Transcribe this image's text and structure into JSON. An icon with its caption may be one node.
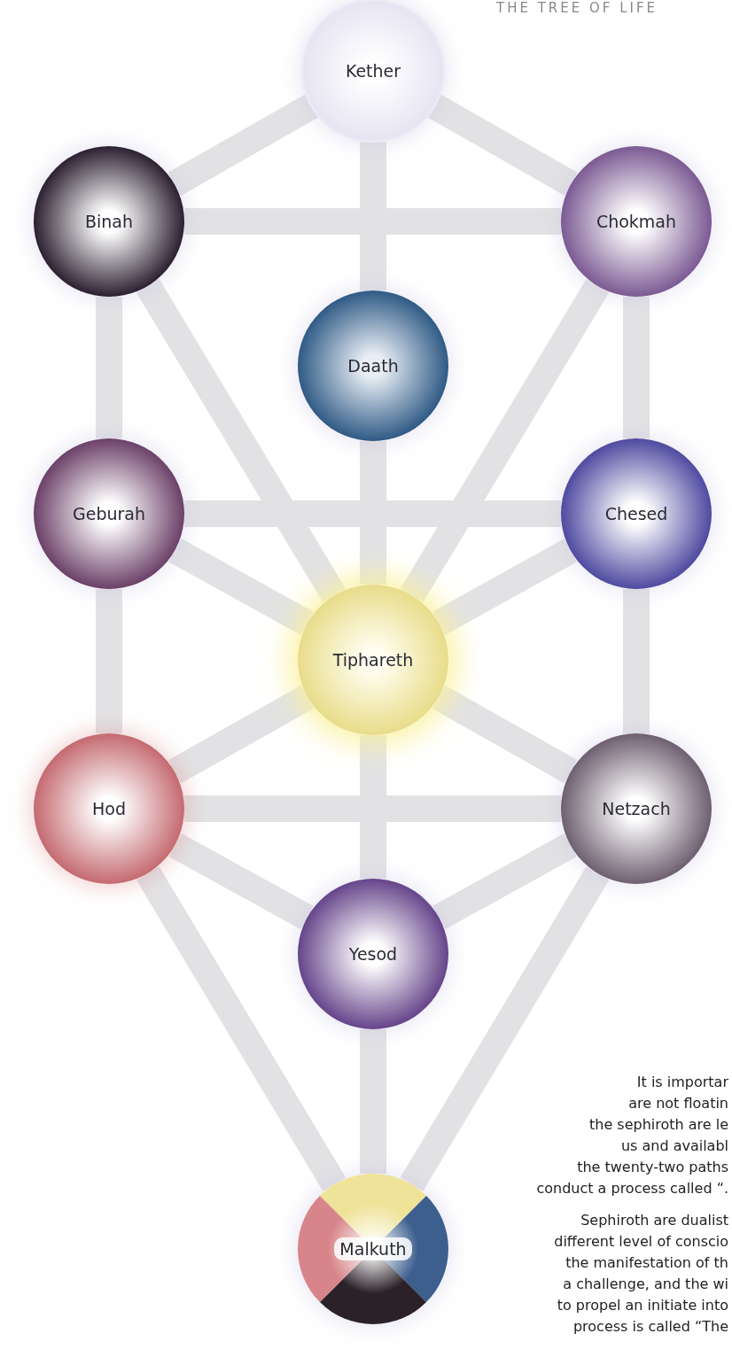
{
  "diagram": {
    "title": "THE TREE OF LIFE",
    "nodes": [
      {
        "text": [
          "Kether"
        ]
      },
      {
        "text": [
          "Binah"
        ]
      },
      {
        "text": [
          "Chokmah"
        ]
      },
      {
        "text": [
          "Daath"
        ]
      },
      {
        "text": [
          "Geburah"
        ]
      },
      {
        "text": [
          "Chesed"
        ]
      },
      {
        "text": [
          "Tiphareth"
        ]
      },
      {
        "text": [
          "Hod"
        ]
      },
      {
        "text": [
          "Netzach"
        ]
      },
      {
        "text": [
          "Yesod"
        ]
      },
      {
        "text": [
          "Malkuth"
        ]
      }
    ],
    "edges": [
      {
        "from": 0,
        "to": 1,
        "arrow": "none"
      },
      {
        "from": 0,
        "to": 2,
        "arrow": "none"
      },
      {
        "from": 0,
        "to": 3,
        "arrow": "none"
      },
      {
        "from": 3,
        "to": 6,
        "arrow": "none"
      },
      {
        "from": 1,
        "to": 2,
        "arrow": "none"
      },
      {
        "from": 1,
        "to": 4,
        "arrow": "none"
      },
      {
        "from": 1,
        "to": 6,
        "arrow": "none"
      },
      {
        "from": 2,
        "to": 5,
        "arrow": "none"
      },
      {
        "from": 2,
        "to": 6,
        "arrow": "none"
      },
      {
        "from": 4,
        "to": 5,
        "arrow": "none"
      },
      {
        "from": 4,
        "to": 6,
        "arrow": "none"
      },
      {
        "from": 5,
        "to": 6,
        "arrow": "none"
      },
      {
        "from": 4,
        "to": 7,
        "arrow": "none"
      },
      {
        "from": 5,
        "to": 8,
        "arrow": "none"
      },
      {
        "from": 6,
        "to": 7,
        "arrow": "none"
      },
      {
        "from": 6,
        "to": 8,
        "arrow": "none"
      },
      {
        "from": 6,
        "to": 9,
        "arrow": "none"
      },
      {
        "from": 7,
        "to": 8,
        "arrow": "none"
      },
      {
        "from": 7,
        "to": 9,
        "arrow": "none"
      },
      {
        "from": 8,
        "to": 9,
        "arrow": "none"
      },
      {
        "from": 7,
        "to": 10,
        "arrow": "none"
      },
      {
        "from": 8,
        "to": 10,
        "arrow": "none"
      },
      {
        "from": 9,
        "to": 10,
        "arrow": "none"
      }
    ],
    "labels": [
      "It is importar",
      "are not floatin",
      "the sephiroth are le",
      "us and availabl",
      "the twenty-two paths",
      "conduct a process called “.",
      "Sephiroth are dualist",
      "different level of conscio",
      "the manifestation of th",
      "a challenge, and the wi",
      "to propel an initiate into",
      "process is called “The"
    ]
  }
}
